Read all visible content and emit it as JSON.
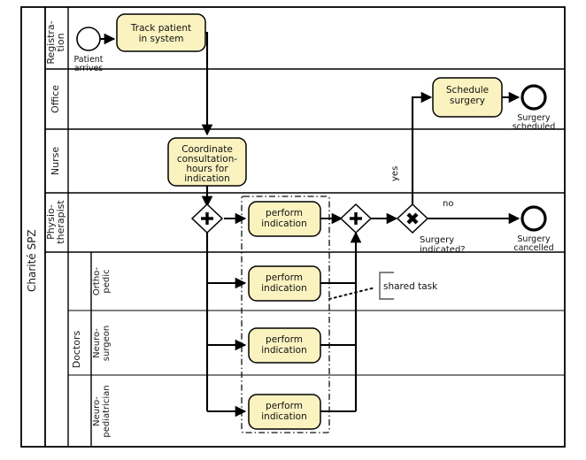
{
  "pool": {
    "name": "Charité SPZ"
  },
  "lanes": [
    {
      "id": "registration",
      "label_line1": "Registra-",
      "label_line2": "tion"
    },
    {
      "id": "office",
      "label_line1": "Office",
      "label_line2": ""
    },
    {
      "id": "nurse",
      "label_line1": "Nurse",
      "label_line2": ""
    },
    {
      "id": "physiotherapist",
      "label_line1": "Physio-",
      "label_line2": "therapist"
    },
    {
      "id": "doctors",
      "label_line1": "Doctors",
      "label_line2": ""
    },
    {
      "id": "orthopedic",
      "label_line1": "Ortho-",
      "label_line2": "pedic"
    },
    {
      "id": "neurosurgeon",
      "label_line1": "Neuro-",
      "label_line2": "surgeon"
    },
    {
      "id": "neuropediatrician",
      "label_line1": "Neuro-",
      "label_line2": "pediatrician"
    }
  ],
  "events": [
    {
      "id": "start",
      "type": "start",
      "label_line1": "Patient",
      "label_line2": "arrives"
    },
    {
      "id": "surgery-scheduled",
      "type": "end",
      "label_line1": "Surgery",
      "label_line2": "scheduled"
    },
    {
      "id": "surgery-cancelled",
      "type": "end",
      "label_line1": "Surgery",
      "label_line2": "cancelled"
    }
  ],
  "tasks": [
    {
      "id": "track-patient",
      "line1": "Track patient",
      "line2": "in system",
      "line3": "",
      "line4": ""
    },
    {
      "id": "coordinate",
      "line1": "Coordinate",
      "line2": "consultation-",
      "line3": "hours for",
      "line4": "indication"
    },
    {
      "id": "schedule-surgery",
      "line1": "Schedule",
      "line2": "surgery",
      "line3": "",
      "line4": ""
    },
    {
      "id": "perform-physio",
      "line1": "perform",
      "line2": "indication",
      "line3": "",
      "line4": ""
    },
    {
      "id": "perform-orthopedic",
      "line1": "perform",
      "line2": "indication",
      "line3": "",
      "line4": ""
    },
    {
      "id": "perform-neurosurgeon",
      "line1": "perform",
      "line2": "indication",
      "line3": "",
      "line4": ""
    },
    {
      "id": "perform-neuroped",
      "line1": "perform",
      "line2": "indication",
      "line3": "",
      "line4": ""
    }
  ],
  "gateways": [
    {
      "id": "and-split",
      "type": "parallel",
      "label_line1": "",
      "label_line2": ""
    },
    {
      "id": "and-join",
      "type": "parallel",
      "label_line1": "",
      "label_line2": ""
    },
    {
      "id": "xor",
      "type": "exclusive",
      "label_line1": "Surgery",
      "label_line2": "indicated?"
    }
  ],
  "flow_labels": {
    "yes": "yes",
    "no": "no"
  },
  "annotations": [
    {
      "id": "shared-task",
      "text": "shared task"
    }
  ],
  "colors": {
    "task_fill": "#faf3c0",
    "stroke": "#000000",
    "background": "#ffffff"
  }
}
